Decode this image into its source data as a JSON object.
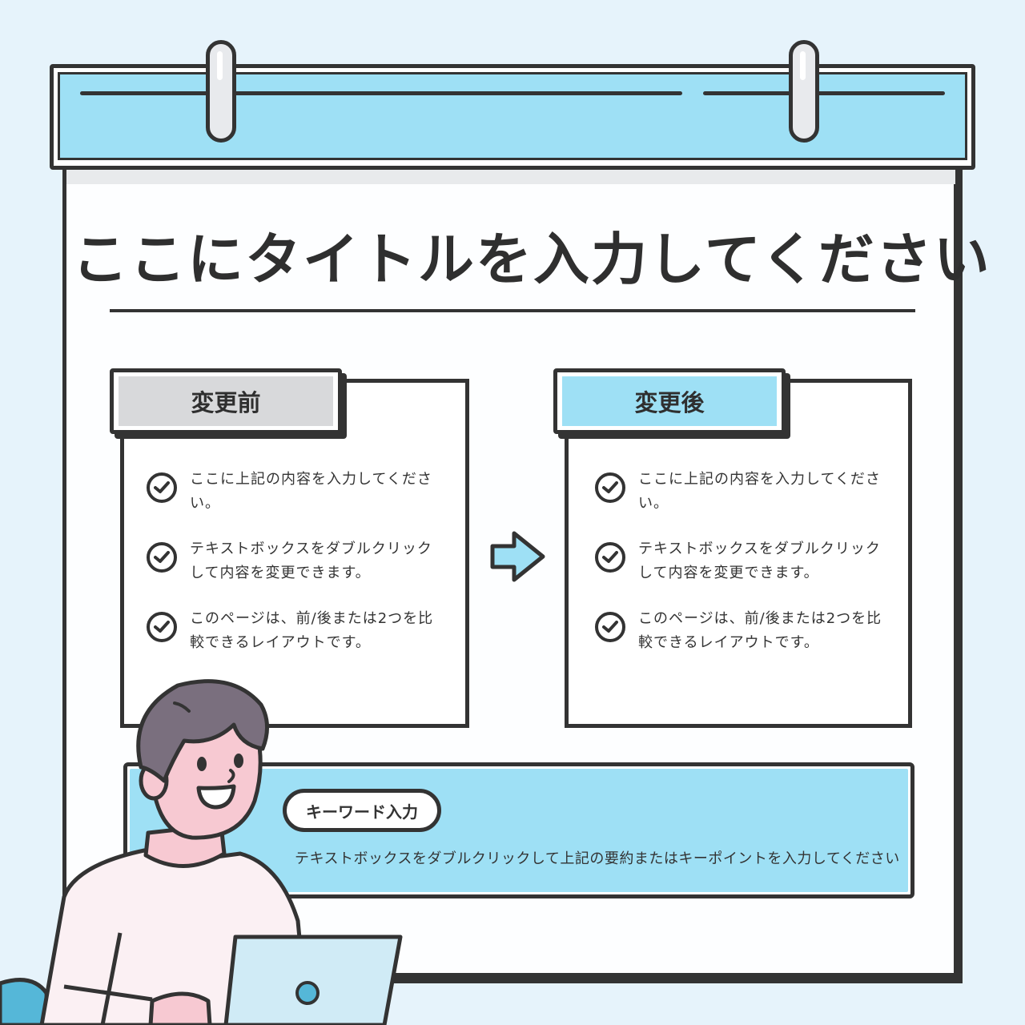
{
  "title": "ここにタイトルを入力してください",
  "before": {
    "label": "変更前",
    "items": [
      {
        "text_line1": "ここに上記の内容を入力してくださ",
        "text_line2": "い。"
      },
      {
        "text_line1": "テキストボックスをダブルクリック",
        "text_line2": "して内容を変更できます。"
      },
      {
        "text_line1": "このページは、前/後または2つを比",
        "text_line2": "較できるレイアウトです。"
      }
    ]
  },
  "after": {
    "label": "変更後",
    "items": [
      {
        "text_line1": "ここに上記の内容を入力してくださ",
        "text_line2": "い。"
      },
      {
        "text_line1": "テキストボックスをダブルクリック",
        "text_line2": "して内容を変更できます。"
      },
      {
        "text_line1": "このページは、前/後または2つを比",
        "text_line2": "較できるレイアウトです。"
      }
    ]
  },
  "keyword": {
    "label": "キーワード入力",
    "text": "テキストボックスをダブルクリックして上記の要約またはキーポイントを入力してください"
  },
  "icons": {
    "check": "check-circle-icon",
    "arrow": "arrow-right-icon",
    "person": "person-with-laptop-illustration"
  },
  "colors": {
    "accent": "#9ee0f5",
    "before_tab": "#d8d9db",
    "outline": "#333333",
    "background": "#e6f3fb"
  }
}
